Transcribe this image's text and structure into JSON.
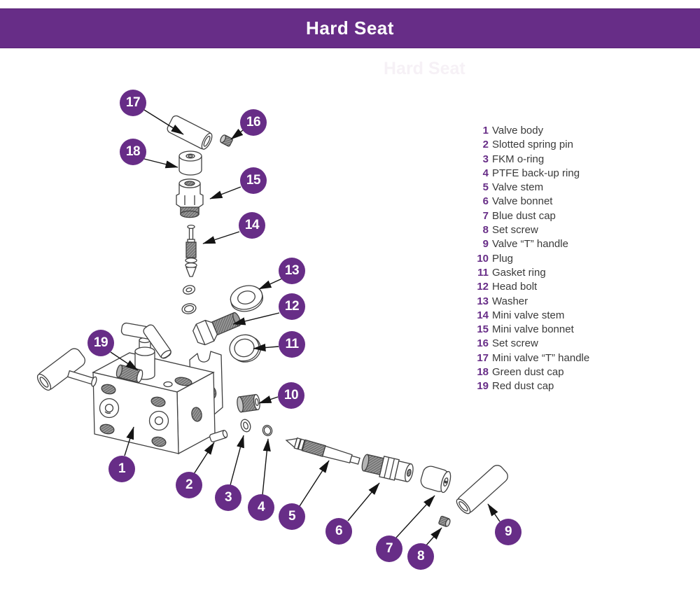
{
  "header": {
    "title": "Hard Seat",
    "bar_color": "#672d87"
  },
  "watermark": {
    "text": "Hard Seat"
  },
  "colors": {
    "accent_purple": "#672d87",
    "line_art": "#3f3f3f",
    "legend_text": "#3a3a3a"
  },
  "legend": {
    "items": [
      {
        "num": "1",
        "name": "Valve body"
      },
      {
        "num": "2",
        "name": "Slotted spring pin"
      },
      {
        "num": "3",
        "name": "FKM o-ring"
      },
      {
        "num": "4",
        "name": "PTFE back-up ring"
      },
      {
        "num": "5",
        "name": "Valve stem"
      },
      {
        "num": "6",
        "name": "Valve bonnet"
      },
      {
        "num": "7",
        "name": "Blue dust cap"
      },
      {
        "num": "8",
        "name": "Set screw"
      },
      {
        "num": "9",
        "name": "Valve “T” handle"
      },
      {
        "num": "10",
        "name": "Plug"
      },
      {
        "num": "11",
        "name": "Gasket ring"
      },
      {
        "num": "12",
        "name": "Head bolt"
      },
      {
        "num": "13",
        "name": "Washer"
      },
      {
        "num": "14",
        "name": "Mini valve stem"
      },
      {
        "num": "15",
        "name": "Mini valve bonnet"
      },
      {
        "num": "16",
        "name": "Set screw"
      },
      {
        "num": "17",
        "name": "Mini valve “T” handle"
      },
      {
        "num": "18",
        "name": "Green dust cap"
      },
      {
        "num": "19",
        "name": "Red dust cap"
      }
    ]
  },
  "callout_labels": {
    "1": "1",
    "2": "2",
    "3": "3",
    "4": "4",
    "5": "5",
    "6": "6",
    "7": "7",
    "8": "8",
    "9": "9",
    "10": "10",
    "11": "11",
    "12": "12",
    "13": "13",
    "14": "14",
    "15": "15",
    "16": "16",
    "17": "17",
    "18": "18",
    "19": "19"
  }
}
